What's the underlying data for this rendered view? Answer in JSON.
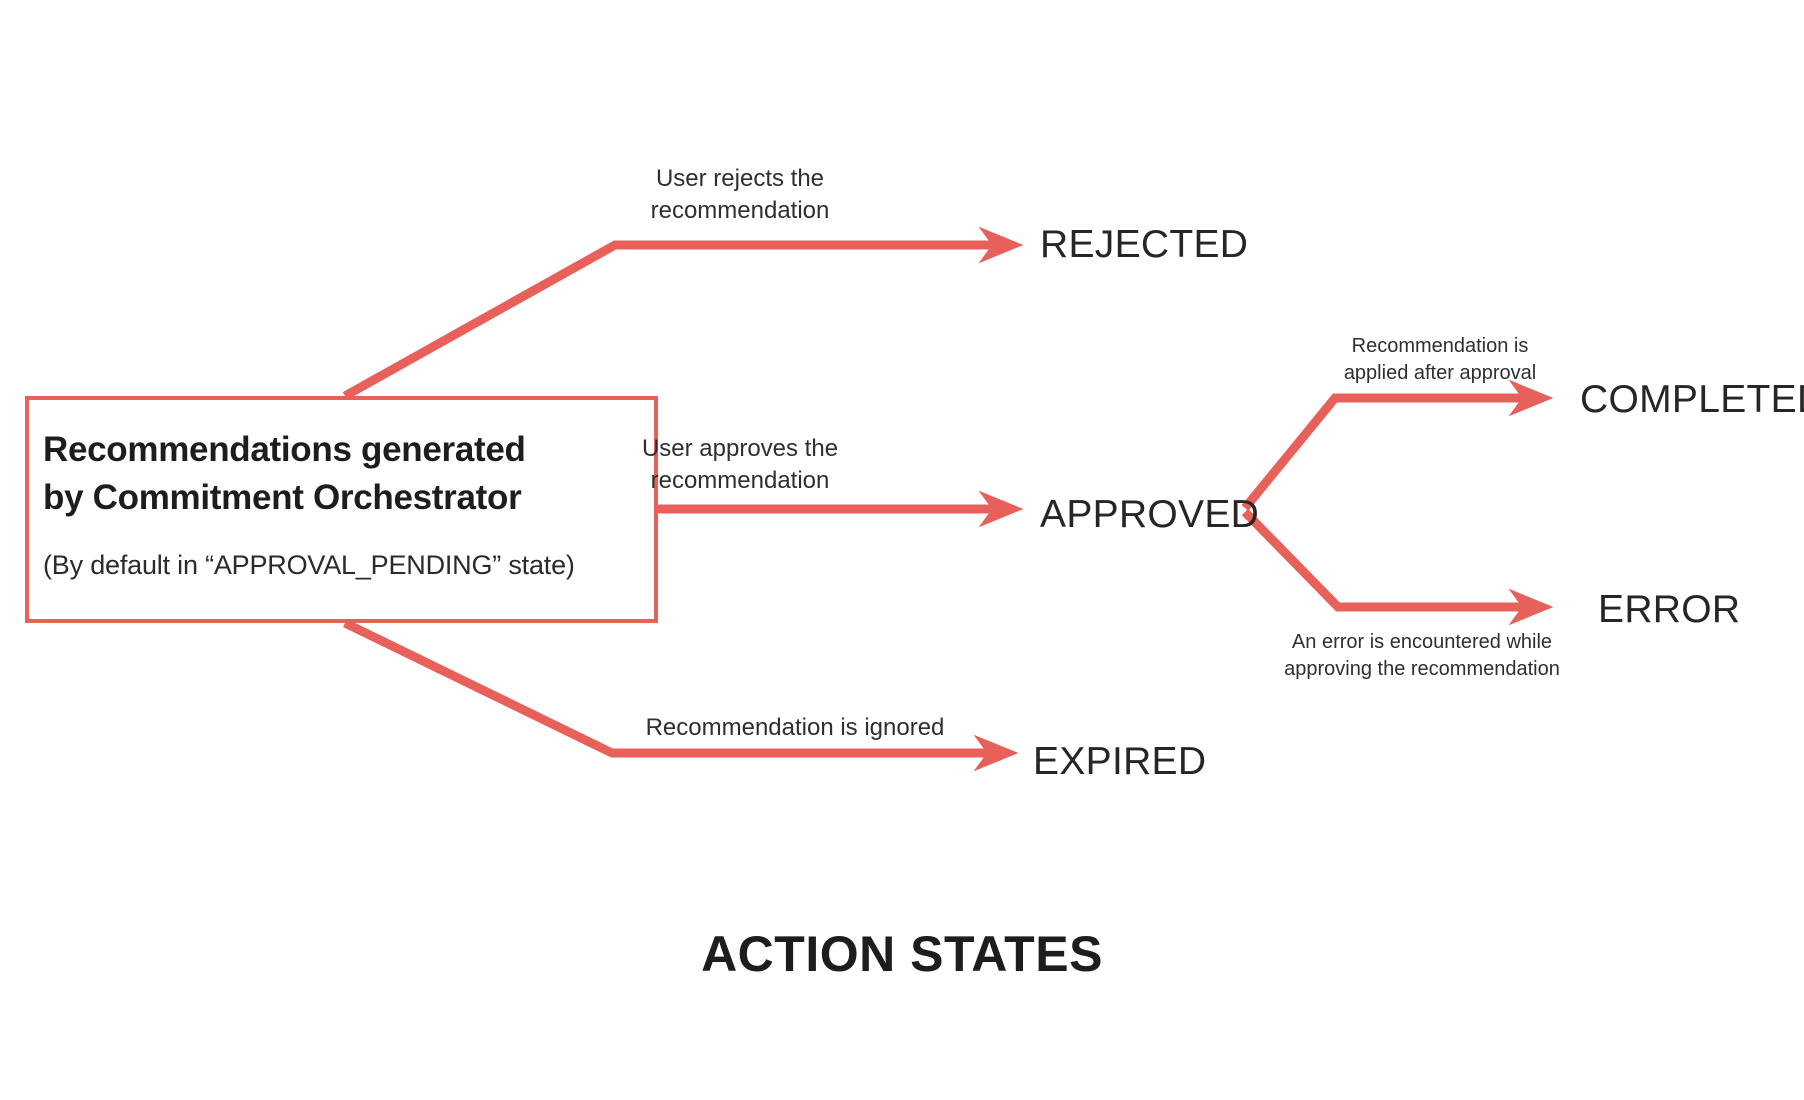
{
  "diagram": {
    "title": "ACTION STATES",
    "accent_color": "#e8605a",
    "text_color": "#262626",
    "background": "#ffffff",
    "type": "state-flow"
  },
  "source": {
    "title": "Recommendations generated\nby Commitment Orchestrator",
    "subtitle": "(By default in “APPROVAL_PENDING” state)"
  },
  "states": {
    "rejected": "REJECTED",
    "approved": "APPROVED",
    "expired": "EXPIRED",
    "completed": "COMPLETED",
    "error": "ERROR"
  },
  "transitions": {
    "to_rejected": "User rejects the\nrecommendation",
    "to_approved": "User approves the\nrecommendation",
    "to_expired": "Recommendation is ignored",
    "to_completed": "Recommendation is\napplied after approval",
    "to_error": "An error is encountered while\napproving the recommendation"
  }
}
